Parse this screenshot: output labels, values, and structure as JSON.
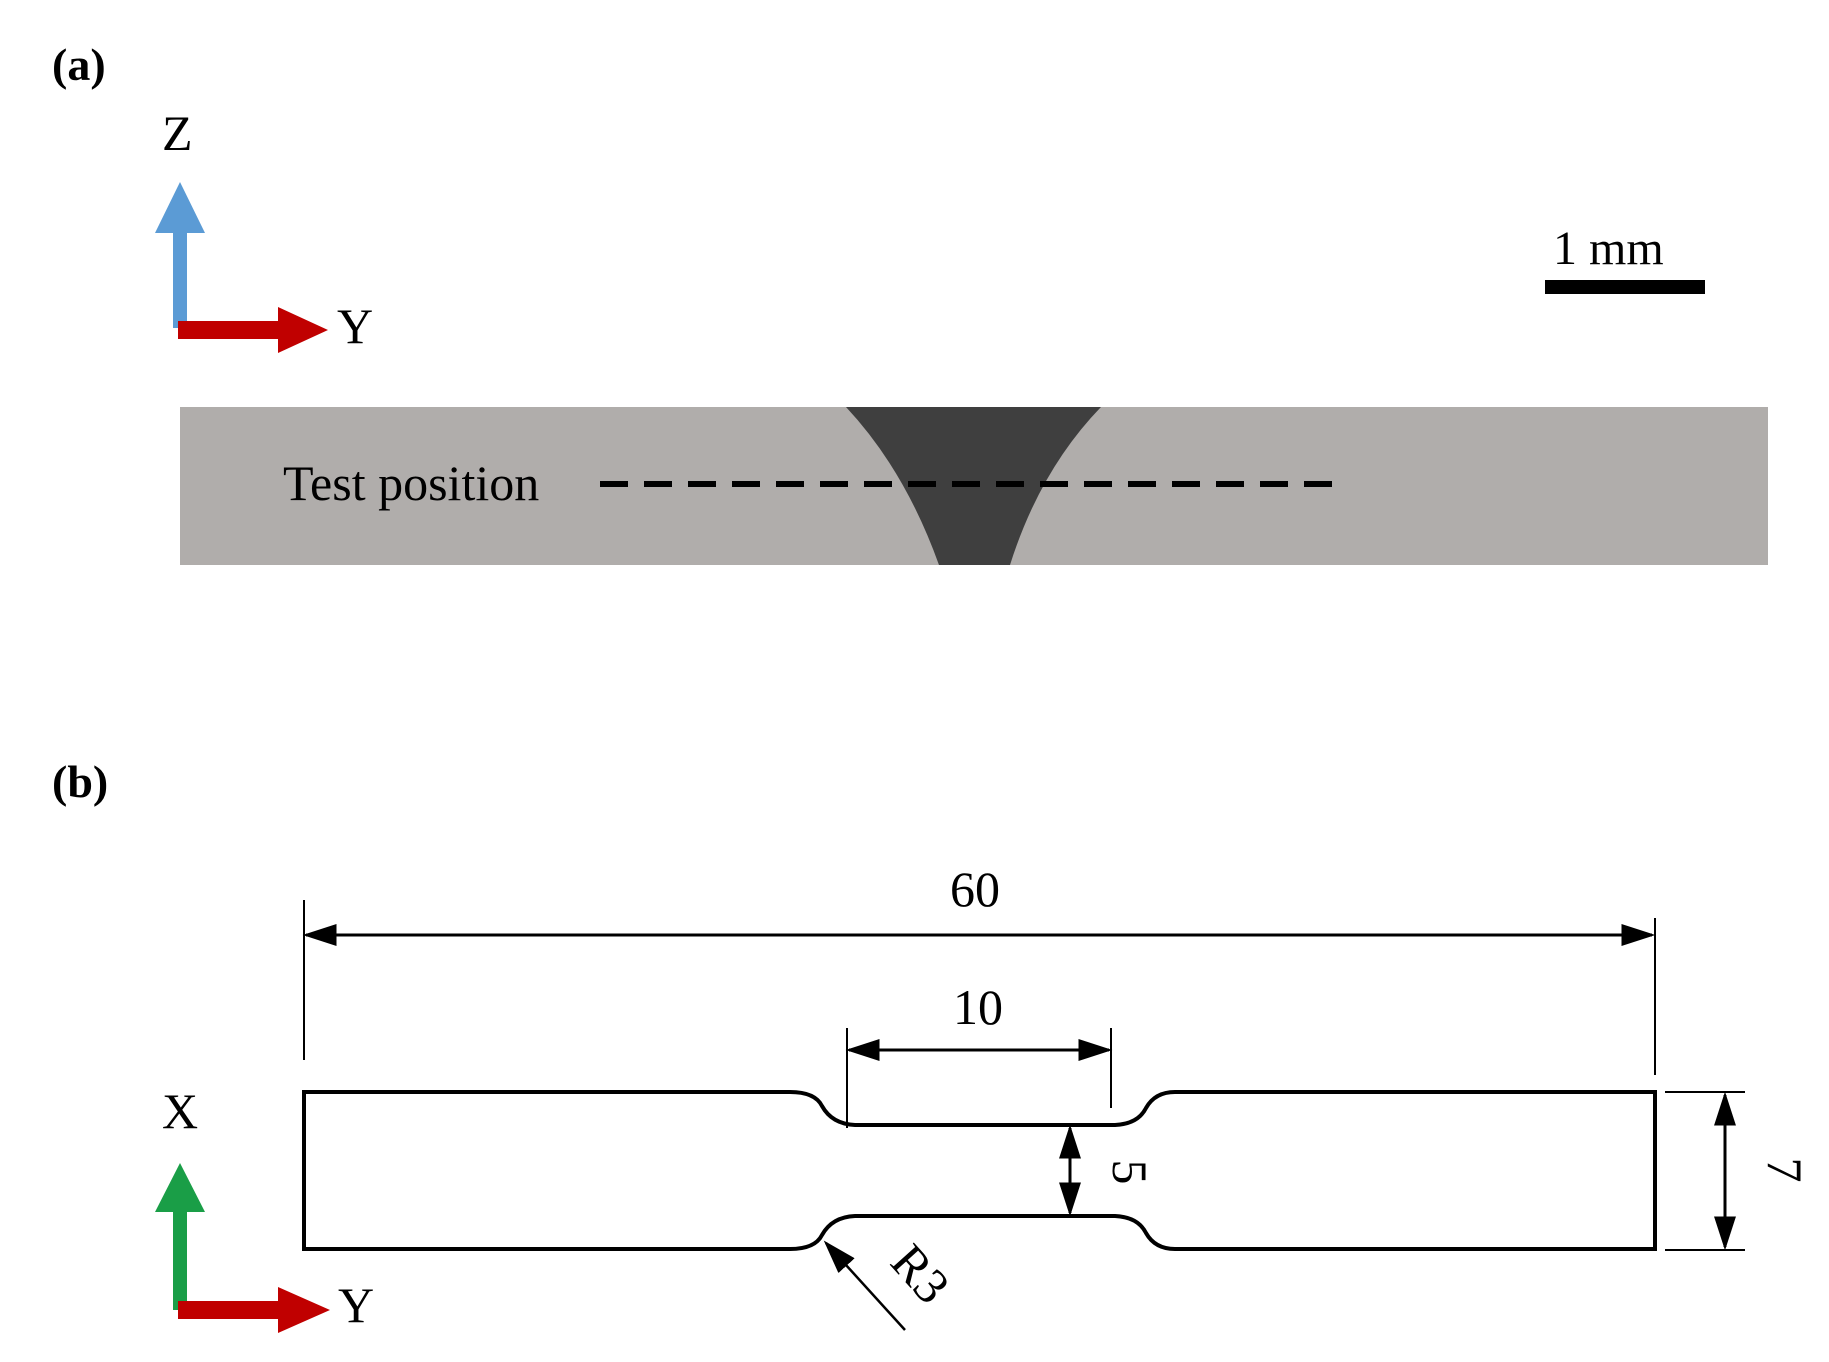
{
  "panel_a": {
    "label": "(a)",
    "axis_vertical": "Z",
    "axis_horizontal": "Y",
    "scale_bar": "1 mm",
    "test_position": "Test position"
  },
  "panel_b": {
    "label": "(b)",
    "axis_vertical": "X",
    "axis_horizontal": "Y",
    "dim_total_length": "60",
    "dim_gauge_length": "10",
    "dim_gauge_width": "5",
    "dim_grip_width": "7",
    "dim_radius": "R3"
  },
  "colors": {
    "z_arrow": "#5b9bd5",
    "x_arrow": "#1a9e47",
    "y_arrow": "#c00000",
    "plate": "#b0adab",
    "weld": "#3f3f3f"
  }
}
